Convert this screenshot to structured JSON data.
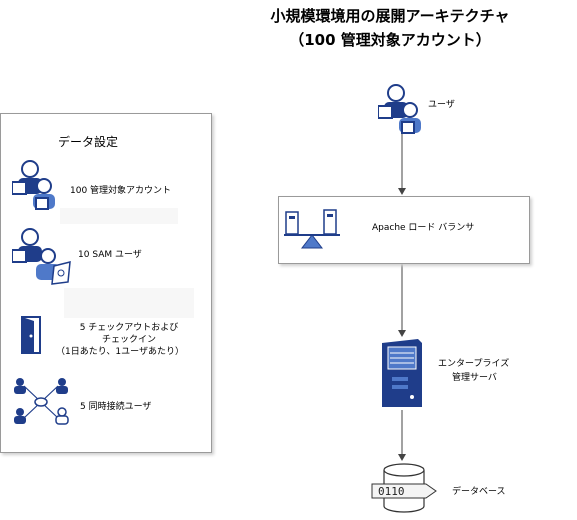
{
  "title": {
    "line1": "小規模環境用の展開アーキテクチャ",
    "line2": "（100 管理対象アカウント）"
  },
  "data_settings": {
    "title": "データ設定",
    "items": [
      {
        "label": "100 管理対象アカウント",
        "icon": "users-icon"
      },
      {
        "label": "10 SAM ユーザ",
        "icon": "sam-user-icon"
      },
      {
        "label_line1": "5 チェックアウトおよび",
        "label_line2": "チェックイン",
        "label_line3": "（1日あたり、1ユーザあたり）",
        "icon": "door-icon"
      },
      {
        "label": "5 同時接続ユーザ",
        "icon": "network-users-icon"
      }
    ]
  },
  "architecture": {
    "user_label": "ユーザ",
    "load_balancer_label": "Apache ロード バランサ",
    "server_label_line1": "エンタープライズ",
    "server_label_line2": "管理サーバ",
    "database_label": "データベース",
    "database_bits": "0110"
  },
  "colors": {
    "icon_blue": "#1f3d8a",
    "icon_light": "#4f79c9",
    "border": "#9a9a9a"
  }
}
